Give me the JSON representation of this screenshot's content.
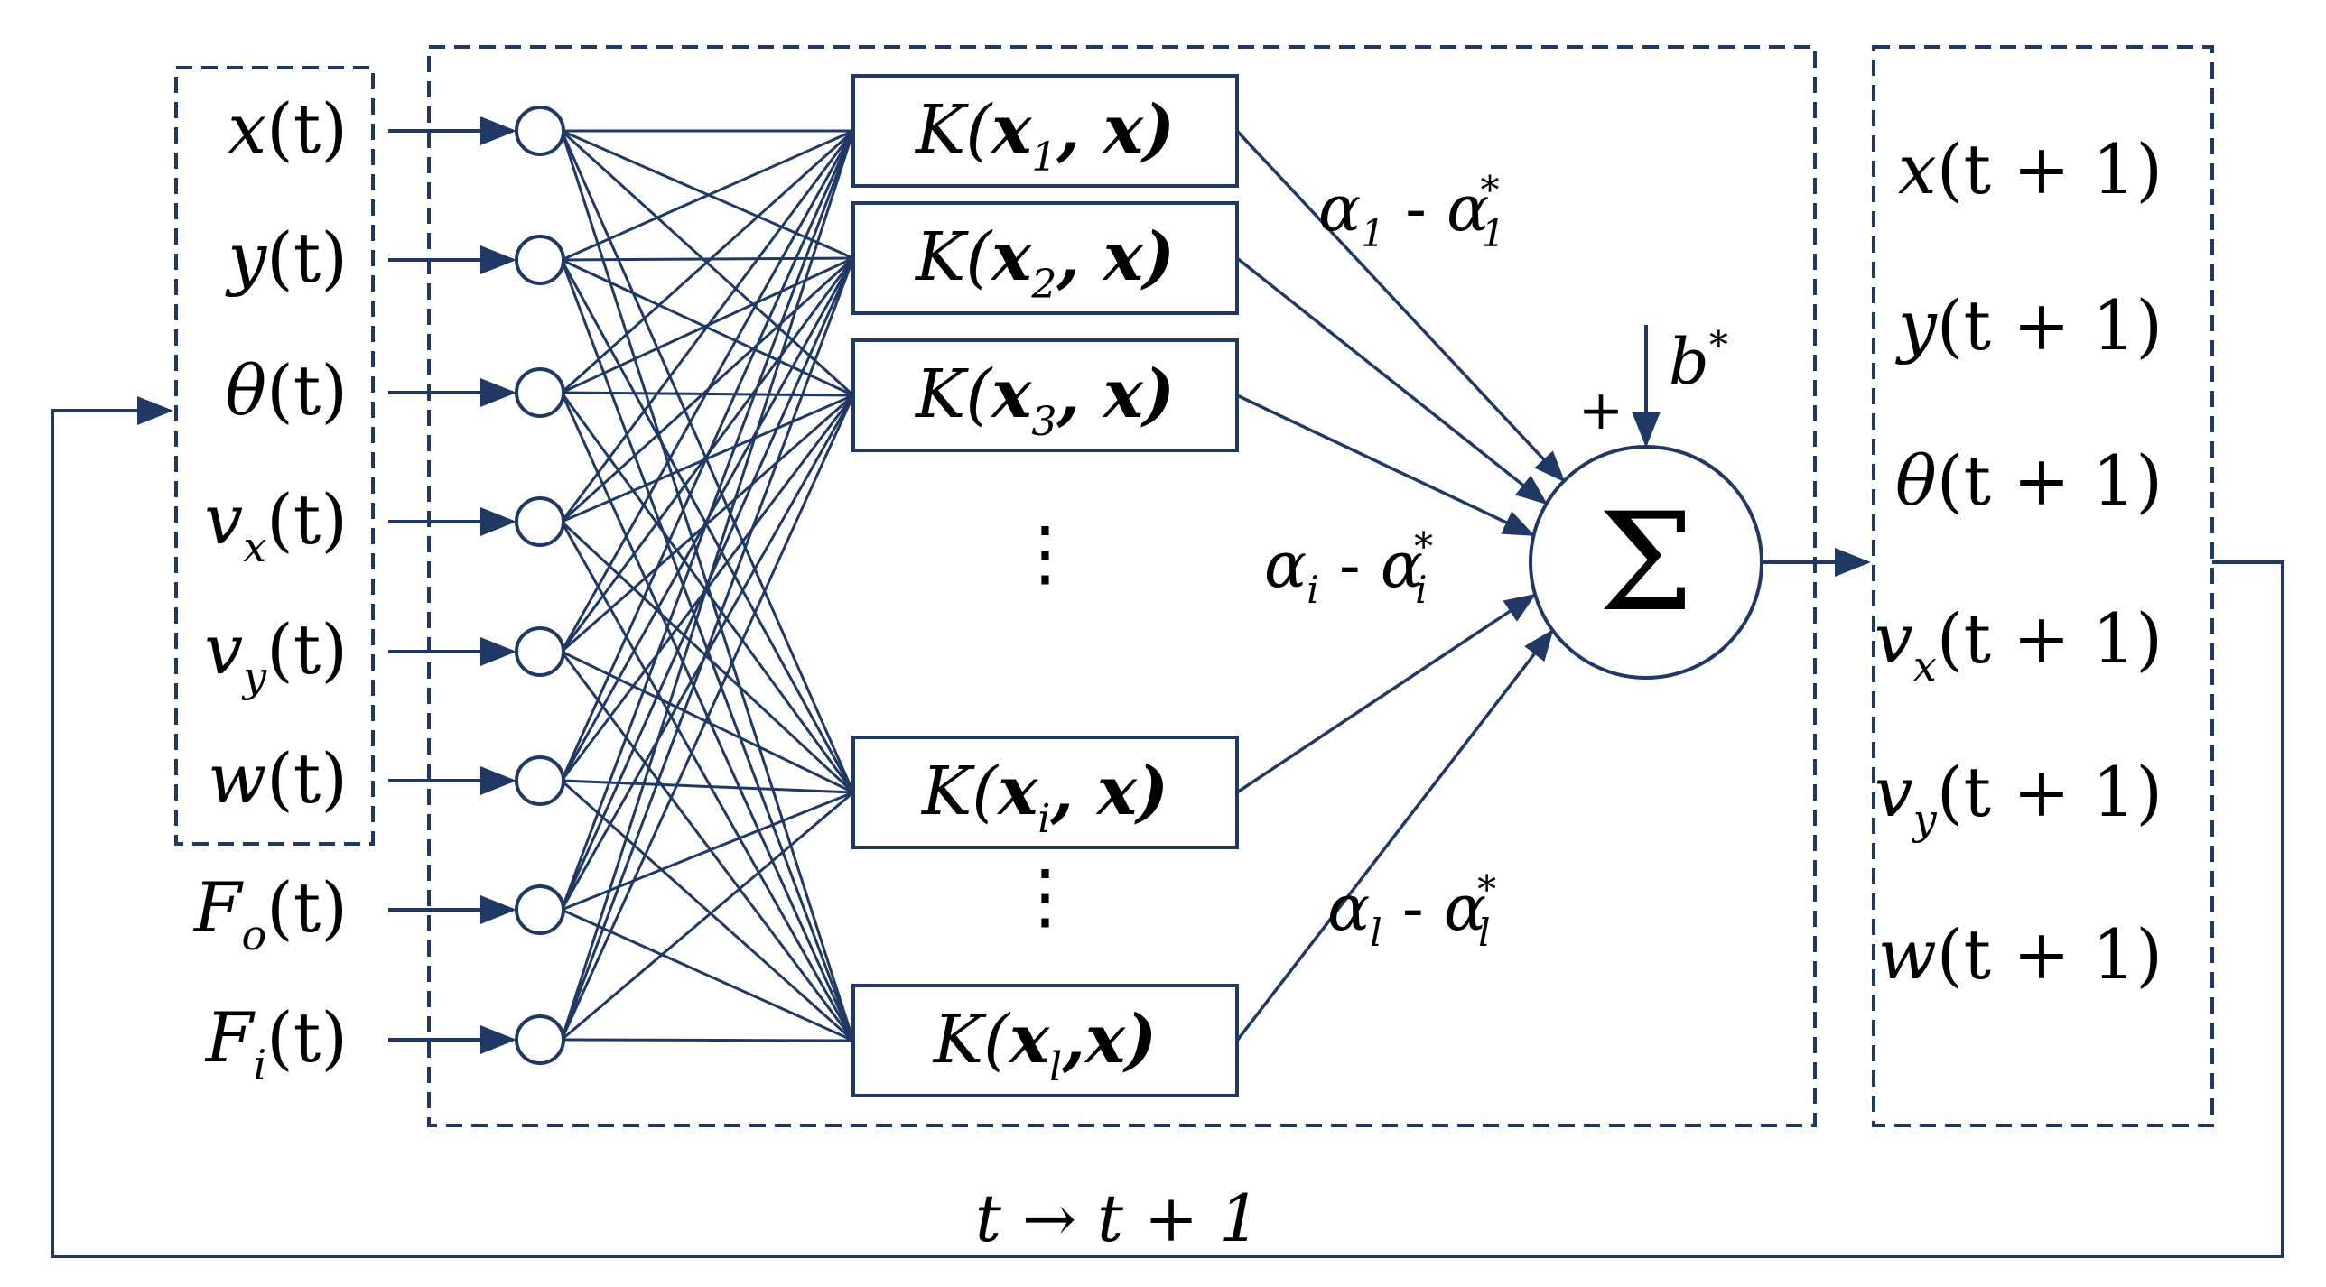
{
  "colors": {
    "line": "#1f3864",
    "text": "#000000",
    "background": "#ffffff"
  },
  "inputs": [
    {
      "sym": "x",
      "sub": "",
      "arg": "(t)"
    },
    {
      "sym": "y",
      "sub": "",
      "arg": "(t)"
    },
    {
      "sym": "θ",
      "sub": "",
      "arg": "(t)"
    },
    {
      "sym": "v",
      "sub": "x",
      "arg": "(t)"
    },
    {
      "sym": "v",
      "sub": "y",
      "arg": "(t)"
    },
    {
      "sym": "w",
      "sub": "",
      "arg": "(t)"
    },
    {
      "sym": "F",
      "sub": "o",
      "arg": "(t)"
    },
    {
      "sym": "F",
      "sub": "i",
      "arg": "(t)"
    }
  ],
  "kernels": [
    {
      "label": "K(",
      "x": "x",
      "sub": "1",
      "tail": ", x)"
    },
    {
      "label": "K(",
      "x": "x",
      "sub": "2",
      "tail": ", x)"
    },
    {
      "label": "K(",
      "x": "x",
      "sub": "3",
      "tail": ", x)"
    },
    {
      "label": "K(",
      "x": "x",
      "sub": "i",
      "tail": ", x)"
    },
    {
      "label": "K(",
      "x": "x",
      "sub": "l",
      "tail": ",x)"
    }
  ],
  "vdots": "⋮",
  "weights": [
    {
      "a": "α",
      "sub": "1",
      "minus": " - ",
      "b": "α",
      "sub2": "1",
      "sup": "*"
    },
    {
      "a": "α",
      "sub": "i",
      "minus": " - ",
      "b": "α",
      "sub2": "i",
      "sup": "*"
    },
    {
      "a": "α",
      "sub": "l",
      "minus": " - ",
      "b": "α",
      "sub2": "l",
      "sup": "*"
    }
  ],
  "bias": {
    "sym": "b",
    "sup": "*",
    "plus": "+"
  },
  "sum_symbol": "Σ",
  "outputs": [
    {
      "sym": "x",
      "sub": "",
      "arg": "(t + 1)"
    },
    {
      "sym": "y",
      "sub": "",
      "arg": "(t + 1)"
    },
    {
      "sym": "θ",
      "sub": "",
      "arg": "(t + 1)"
    },
    {
      "sym": "v",
      "sub": "x",
      "arg": "(t + 1)"
    },
    {
      "sym": "v",
      "sub": "y",
      "arg": "(t + 1)"
    },
    {
      "sym": "w",
      "sub": "",
      "arg": "(t + 1)"
    }
  ],
  "feedback": {
    "from": "t",
    "arrow": " → ",
    "to": "t + 1"
  }
}
